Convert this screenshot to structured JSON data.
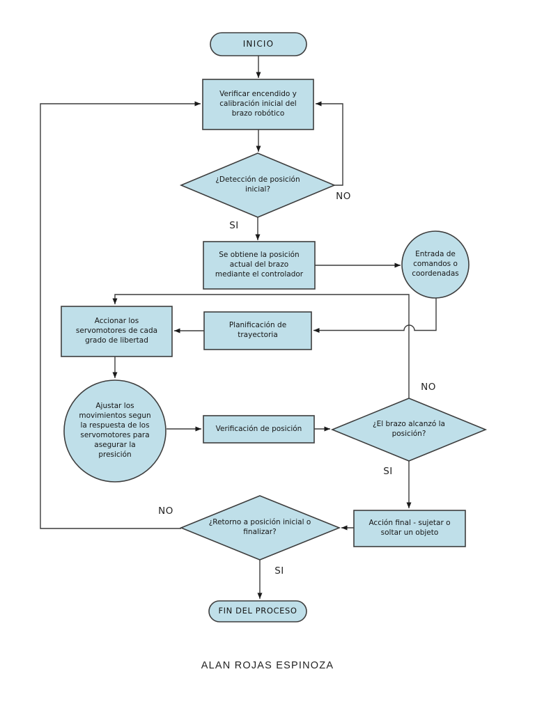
{
  "palette": {
    "node_fill": "#bfdfe9",
    "node_border": "#3d3d3d",
    "connector_color": "#3a3a3a",
    "text_color": "#151515",
    "page_background": "#ffffff"
  },
  "footer": {
    "text": "ALAN ROJAS ESPINOZA"
  },
  "nodes": {
    "inicio": {
      "shape": "terminal",
      "label": "INICIO"
    },
    "verificar": {
      "shape": "process",
      "label": "Verificar encendido y\ncalibración inicial del\nbrazo robótico"
    },
    "deteccion": {
      "shape": "decision",
      "label": "¿Detección de posición\ninicial?"
    },
    "obtiene": {
      "shape": "process",
      "label": "Se obtiene la posición\nactual del brazo\nmediante el controlador"
    },
    "entrada": {
      "shape": "circle",
      "label": "Entrada de\ncomandos o\ncoordenadas"
    },
    "planificacion": {
      "shape": "process",
      "label": "Planificación de\ntrayectoria"
    },
    "accionar": {
      "shape": "process",
      "label": "Accionar los\nservomotores de cada\ngrado de libertad"
    },
    "ajustar": {
      "shape": "circle",
      "label": "Ajustar los\nmovimientos segun\nla respuesta de los\nservomotores para\nasegurar la\npresición"
    },
    "verificacion": {
      "shape": "process",
      "label": "Verificación de posición"
    },
    "alcanzo": {
      "shape": "decision",
      "label": "¿El brazo alcanzó la\nposición?"
    },
    "accion_final": {
      "shape": "process",
      "label": "Acción final - sujetar o\nsoltar un objeto"
    },
    "retorno": {
      "shape": "decision",
      "label": "¿Retorno a posición inicial o\nfinalizar?"
    },
    "fin": {
      "shape": "terminal",
      "label": "FIN DEL PROCESO"
    }
  },
  "edge_labels": {
    "deteccion_si": "SI",
    "deteccion_no": "NO",
    "alcanzo_no": "NO",
    "alcanzo_si": "SI",
    "retorno_no": "NO",
    "retorno_si": "SI"
  }
}
